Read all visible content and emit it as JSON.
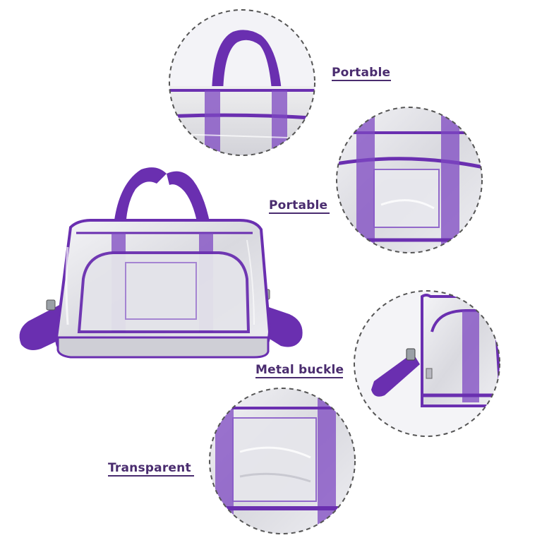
{
  "colors": {
    "accent": "#6a2fb0",
    "accent_dark": "#4b1f86",
    "label_text": "#4a2c6f",
    "dashed_border": "#555555",
    "clear_plastic": "#e9e9ee"
  },
  "callouts": [
    {
      "label": "Portable",
      "detail": "handles-closeup"
    },
    {
      "label": "Portable",
      "detail": "front-pocket-closeup"
    },
    {
      "label": "Metal buckle",
      "detail": "strap-buckle-closeup"
    },
    {
      "label": "Transparent",
      "detail": "clear-panel-closeup"
    }
  ]
}
